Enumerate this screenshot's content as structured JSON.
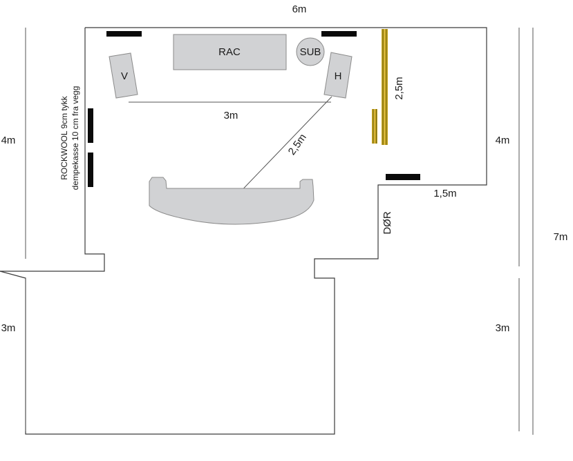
{
  "labels": {
    "top_width": "6m",
    "left_upper": "4m",
    "left_lower": "3m",
    "right_inner_upper": "4m",
    "right_inner_lower": "3m",
    "right_total": "7m",
    "speaker_spacing": "3m",
    "listening_distance": "2,5m",
    "absorber_length": "2,5m",
    "door_offset": "1,5m",
    "door": "DØR",
    "rockwool_line1": "ROCKWOOL 9cm tykk",
    "rockwool_line2": "dempekasse 10 cm fra vegg"
  },
  "furniture": {
    "rack": "RAC",
    "subwoofer": "SUB",
    "left_speaker": "V",
    "right_speaker": "H"
  },
  "colors": {
    "wall": "#3a3a3a",
    "furniture_fill": "#d1d2d4",
    "panel": "#0a0a0a",
    "absorber_gold": "#c8a11a",
    "absorber_olive": "#6b6a1e"
  }
}
